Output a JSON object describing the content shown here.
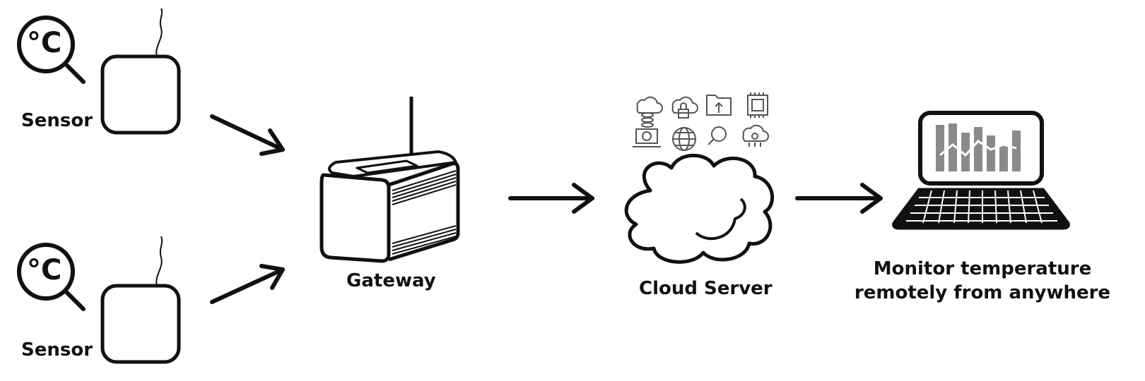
{
  "nodes": {
    "sensor_top": {
      "label": "Sensor",
      "unit_symbol": "°C"
    },
    "sensor_bottom": {
      "label": "Sensor",
      "unit_symbol": "°C"
    },
    "gateway": {
      "label": "Gateway"
    },
    "cloud": {
      "label": "Cloud Server"
    },
    "laptop": {
      "label_line1": "Monitor temperature",
      "label_line2": "remotely from anywhere"
    }
  },
  "cloud_icons": [
    "cloud-database-icon",
    "cloud-lock-icon",
    "folder-upload-icon",
    "chip-icon",
    "laptop-sync-icon",
    "globe-icon",
    "search-cloud-icon",
    "cloud-settings-icon"
  ],
  "colors": {
    "stroke": "#111111",
    "screen_bars": "#8a8a8a",
    "icon_stroke": "#555555"
  }
}
